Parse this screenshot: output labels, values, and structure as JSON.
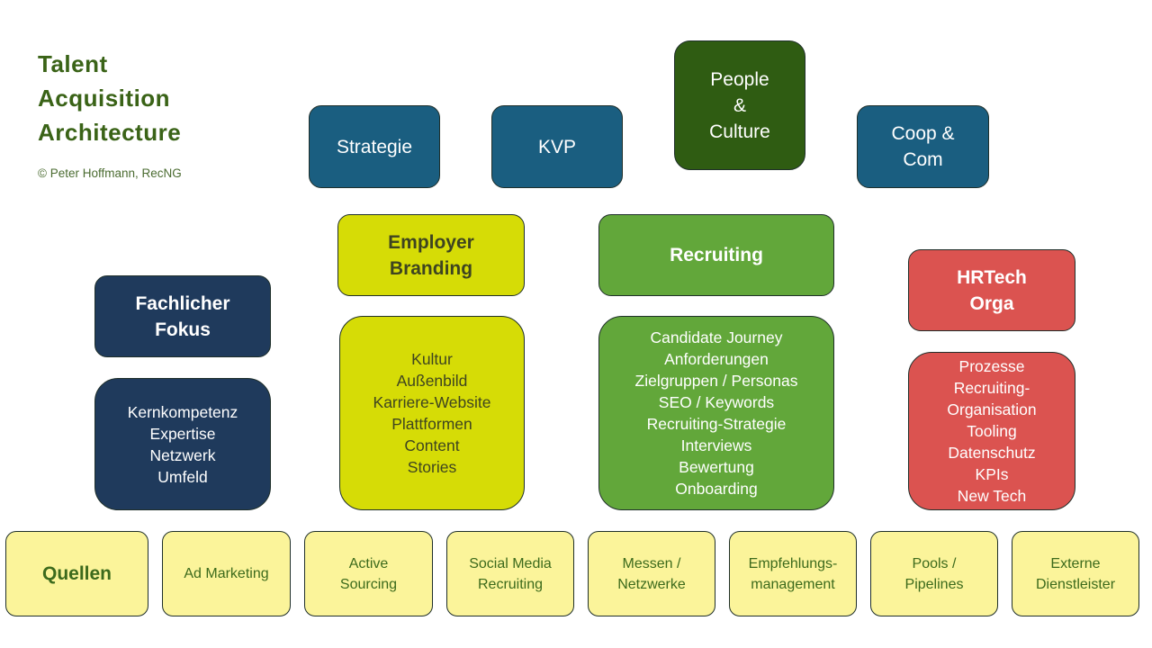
{
  "title": {
    "lines": [
      "Talent",
      "Acquisition",
      "Architecture"
    ],
    "copyright": "© Peter Hoffmann, RecNG"
  },
  "colors": {
    "title_green": "#3a6317",
    "teal": "#1a5e80",
    "people_culture": "#2f5c12",
    "navy": "#1f3a5c",
    "lime": "#d6dc06",
    "green": "#62a73a",
    "red": "#db5350",
    "source_yellow": "#fbf49a"
  },
  "top_row": {
    "strategie": [
      "Strategie"
    ],
    "kvp": [
      "KVP"
    ],
    "people_culture": [
      "People",
      "&",
      "Culture"
    ],
    "coop_com": [
      "Coop &",
      "Com"
    ]
  },
  "pillars": {
    "fachlicher_fokus": {
      "header": [
        "Fachlicher",
        "Fokus"
      ],
      "items": [
        "Kernkompetenz",
        "Expertise",
        "Netzwerk",
        "Umfeld"
      ]
    },
    "employer_branding": {
      "header": [
        "Employer",
        "Branding"
      ],
      "items": [
        "Kultur",
        "Außenbild",
        "Karriere-Website",
        "Plattformen",
        "Content",
        "Stories"
      ]
    },
    "recruiting": {
      "header": [
        "Recruiting"
      ],
      "items": [
        "Candidate Journey",
        "Anforderungen",
        "Zielgruppen / Personas",
        "SEO / Keywords",
        "Recruiting-Strategie",
        "Interviews",
        "Bewertung",
        "Onboarding"
      ]
    },
    "hrtech_orga": {
      "header": [
        "HRTech",
        "Orga"
      ],
      "items": [
        "Prozesse",
        "Recruiting-",
        "Organisation",
        "Tooling",
        "Datenschutz",
        "KPIs",
        "New Tech"
      ]
    }
  },
  "sources": [
    [
      "Quellen"
    ],
    [
      "Ad Marketing"
    ],
    [
      "Active",
      "Sourcing"
    ],
    [
      "Social Media",
      "Recruiting"
    ],
    [
      "Messen /",
      "Netzwerke"
    ],
    [
      "Empfehlungs-",
      "management"
    ],
    [
      "Pools /",
      "Pipelines"
    ],
    [
      "Externe",
      "Dienstleister"
    ]
  ]
}
